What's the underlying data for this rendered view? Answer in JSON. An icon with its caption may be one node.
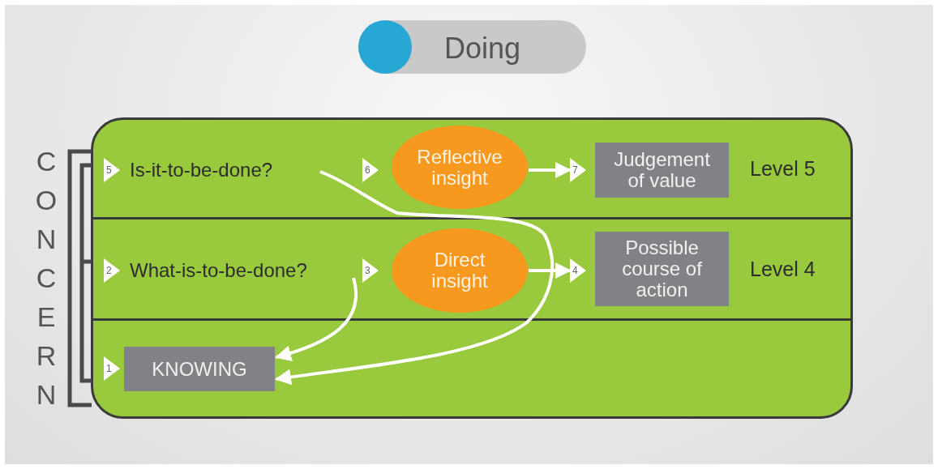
{
  "diagram": {
    "nodes": [
      {
        "text": [
          "Doing"
        ]
      },
      {
        "text": [
          "Is-it-to-be-done?"
        ]
      },
      {
        "text": [
          "Reflective insight"
        ]
      },
      {
        "text": [
          "Judgement of value"
        ]
      },
      {
        "text": [
          "What-is-to-be-done?"
        ]
      },
      {
        "text": [
          "Direct insight"
        ]
      },
      {
        "text": [
          "Possible course of action"
        ]
      },
      {
        "text": [
          "KNOWING"
        ]
      }
    ],
    "edges": [
      {
        "from": 2,
        "to": 3,
        "arrow": "to"
      },
      {
        "from": 5,
        "to": 6,
        "arrow": "to"
      },
      {
        "from": 4,
        "to": 7,
        "arrow": "to"
      },
      {
        "from": 1,
        "to": 7,
        "arrow": "to"
      }
    ],
    "labels": [
      "CONCERN",
      "5",
      "6",
      "7",
      "Level 5",
      "2",
      "3",
      "4",
      "Level 4",
      "1"
    ]
  }
}
